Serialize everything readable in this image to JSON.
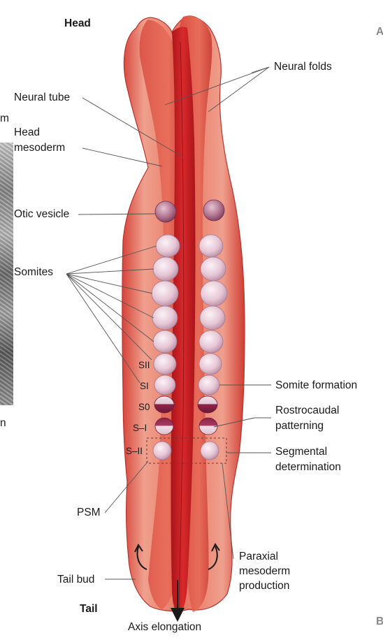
{
  "labels": {
    "head": "Head",
    "neural_folds": "Neural folds",
    "neural_tube": "Neural tube",
    "head_mesoderm_1": "Head",
    "head_mesoderm_2": "mesoderm",
    "otic_vesicle": "Otic vesicle",
    "somites": "Somites",
    "s_ii": "SII",
    "s_i": "SI",
    "s_0": "S0",
    "s_minus_i": "S–I",
    "s_minus_ii": "S–II",
    "somite_formation": "Somite formation",
    "rostrocaudal_1": "Rostrocaudal",
    "rostrocaudal_2": "patterning",
    "segmental_1": "Segmental",
    "segmental_2": "determination",
    "psm": "PSM",
    "paraxial_1": "Paraxial",
    "paraxial_2": "mesoderm",
    "paraxial_3": "production",
    "tail_bud": "Tail bud",
    "tail": "Tail",
    "axis_elongation": "Axis elongation",
    "cropped_left": "m",
    "cropped_left_2": "n",
    "cropped_right_1": "A",
    "cropped_right_2": "B"
  },
  "colors": {
    "body_light": "#f2b3a2",
    "body_mid": "#e2604a",
    "body_dark": "#c0302a",
    "neural_tube": "#c41e22",
    "somite_light": "#f6e7ee",
    "somite_mid": "#d8b0c4",
    "somite_dark": "#8a2a4c",
    "line": "#555555"
  }
}
